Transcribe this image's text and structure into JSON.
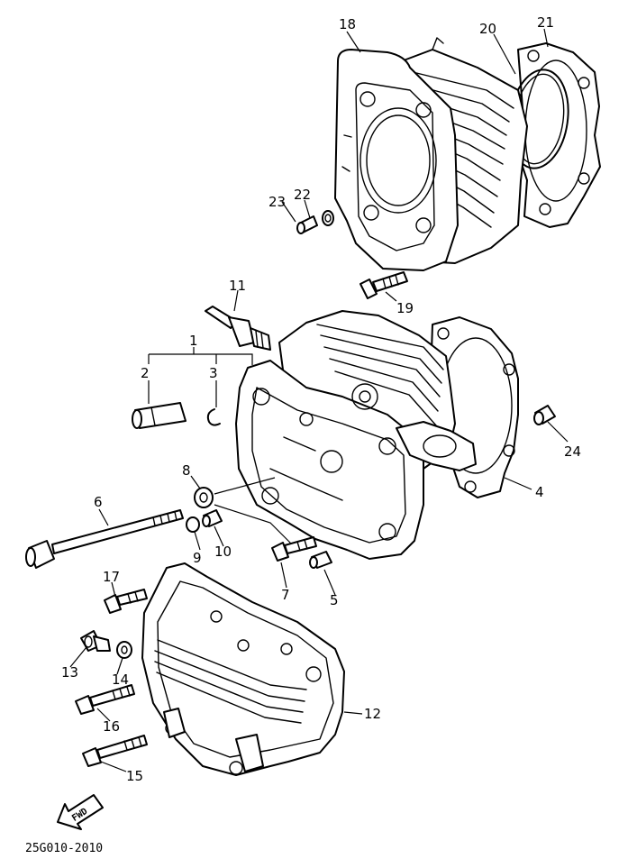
{
  "diagram": {
    "callouts": [
      "1",
      "2",
      "3",
      "4",
      "5",
      "6",
      "7",
      "8",
      "9",
      "10",
      "11",
      "12",
      "13",
      "14",
      "15",
      "16",
      "17",
      "18",
      "19",
      "20",
      "21",
      "22",
      "23",
      "24"
    ],
    "direction_badge": "FWD",
    "figure_code": "25G010-2010"
  }
}
